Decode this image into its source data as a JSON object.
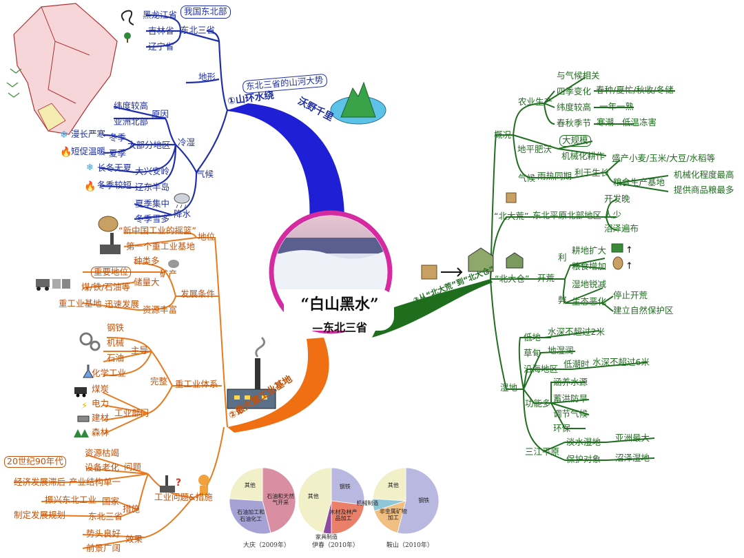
{
  "center": {
    "title": "“白山黑水”",
    "subtitle": "—东北三省"
  },
  "branch1": {
    "title": "①山环水绕",
    "title2": "沃野千里",
    "note": "东北三省的山河大势",
    "terrain": "地形",
    "climate": "气候",
    "region_group": {
      "label": "东北三省",
      "note": "我国东北部",
      "provinces": [
        "黑龙江省",
        "吉林省",
        "辽宁省"
      ]
    },
    "cold_wet": "冷湿",
    "cause": "原因",
    "causes": [
      "纬度较高",
      "亚洲北部"
    ],
    "most_area": "大部分地区",
    "winter": "冬季",
    "summer": "夏季",
    "winter_desc": "漫长严寒",
    "summer_desc": "短促温暖",
    "daxinganling": "大兴安岭",
    "daxinganling_desc": "长冬无夏",
    "liaodong": "辽东半岛",
    "liaodong_desc": "冬季较短",
    "precip": "降水",
    "precip_items": [
      "夏季集中",
      "冬季雪多"
    ]
  },
  "branch2": {
    "title": "②最大重工业基地",
    "position": "地位",
    "position_items": [
      "“新中国工业的摇篮”",
      "第一个重工业基地"
    ],
    "conditions": "发展条件",
    "minerals": "矿产",
    "many_types": "种类多",
    "large_reserves": "储量大",
    "important": "重要地位",
    "coal_iron_oil": "煤/铁/石油等",
    "rich_resources": "资源丰富",
    "fast_dev": "迅速发展",
    "heavy_base": "重工业基地",
    "system": "重工业体系",
    "complete": "完整",
    "leading": "主导",
    "leading_items": [
      "钢铁",
      "机械",
      "石油",
      "化学工业"
    ],
    "industry_sectors": "工业部门",
    "sectors": [
      "煤炭",
      "电力",
      "建材",
      "森林"
    ],
    "problems_title": "工业问题&措施",
    "problems": "问题",
    "problem_items": [
      "资源枯竭",
      "设备老化",
      "产业结构单一",
      "经济发展滞后"
    ],
    "era": "20世纪90年代",
    "measures": "措施",
    "country": "国家",
    "revitalize": "振兴东北工业",
    "three_prov": "东北三省",
    "plan": "制定发展规划",
    "effect": "效果",
    "effect_items": [
      "势头良好",
      "前景广阔"
    ]
  },
  "branch3": {
    "title": "③从“北大荒”到“北大仓”",
    "overview": "概况",
    "agri": "农业生产",
    "agri_items": [
      "与气候相关",
      "四季变化",
      "纬度较高",
      "春秋季节"
    ],
    "seasons": "春种/夏忙/秋收/冬储",
    "one_crop": "一年一熟",
    "cold_damage": "寒潮",
    "low_temp": "低温冻害",
    "flat_fertile": "地平肥沃",
    "large_scale": "大规模",
    "mechanized": "机械化耕作",
    "climate": "气候",
    "rain_heat": "雨热同期",
    "good_growth": "利于生长",
    "crops": "盛产小麦/玉米/大豆/水稻等",
    "grain_base": "粮食生产基地",
    "mech_high": "机械化程度最高",
    "commodity": "提供商品粮最多",
    "beidahuang": "“北大荒”",
    "ne_plain": "东北平原北部地区",
    "bdh_items": [
      "开发晚",
      "人少",
      "沼泽遍布"
    ],
    "beidacang": "“北大仓”",
    "reclaim": "开荒",
    "benefit": "利",
    "harm": "弊",
    "benefit_items": [
      "耕地扩大",
      "粮食增加"
    ],
    "harm_items": [
      "湿地锐减",
      "生态恶化"
    ],
    "stop": "停止开荒",
    "reserve": "建立自然保护区",
    "wetland": "湿地",
    "lowland": "低地",
    "lowland_desc": "水深不超过2米",
    "meadow": "草甸",
    "meadow_desc": "地湿润",
    "coastal": "沿海地区",
    "low_tide": "低潮时",
    "low_tide_desc": "水深不超过6米",
    "functions": "功能多",
    "function_items": [
      "涵养水源",
      "蓄洪防旱",
      "调节气候",
      "环保"
    ],
    "sanjiang": "三江平原",
    "fresh_wetland": "淡水湿地",
    "asia_largest": "亚洲最大",
    "protect_target": "保护对象",
    "swamp": "沼泽湿地"
  },
  "chart_data": [
    {
      "type": "pie",
      "caption": "大庆（2009年）",
      "slices": [
        {
          "label": "石油和天然气开采",
          "value": 46,
          "color": "#d98ea1"
        },
        {
          "label": "石油加工和石油化工",
          "value": 30,
          "color": "#a7a2d6"
        },
        {
          "label": "其他",
          "value": 24,
          "color": "#f1f0c8"
        }
      ]
    },
    {
      "type": "pie",
      "caption": "伊春（2010年）",
      "slices": [
        {
          "label": "钢铁",
          "value": 27,
          "color": "#b9b8e0"
        },
        {
          "label": "木材及林产品加工",
          "value": 23,
          "color": "#ea7f6a"
        },
        {
          "label": "家具制造",
          "value": 4,
          "color": "#8c4aa0"
        },
        {
          "label": "其他",
          "value": 46,
          "color": "#f1f0c8"
        }
      ]
    },
    {
      "type": "pie",
      "caption": "鞍山（2010年）",
      "slices": [
        {
          "label": "钢铁",
          "value": 54,
          "color": "#b9b8e0"
        },
        {
          "label": "非金属矿物加工",
          "value": 16,
          "color": "#f2bf83"
        },
        {
          "label": "机械制造",
          "value": 6,
          "color": "#8fc7d9"
        },
        {
          "label": "其他",
          "value": 24,
          "color": "#f1f0c8"
        }
      ]
    }
  ],
  "colors": {
    "blue": "#1f2fa8",
    "orange": "#e8791e",
    "green": "#1f6d1f",
    "frame": "#d62aa1"
  }
}
